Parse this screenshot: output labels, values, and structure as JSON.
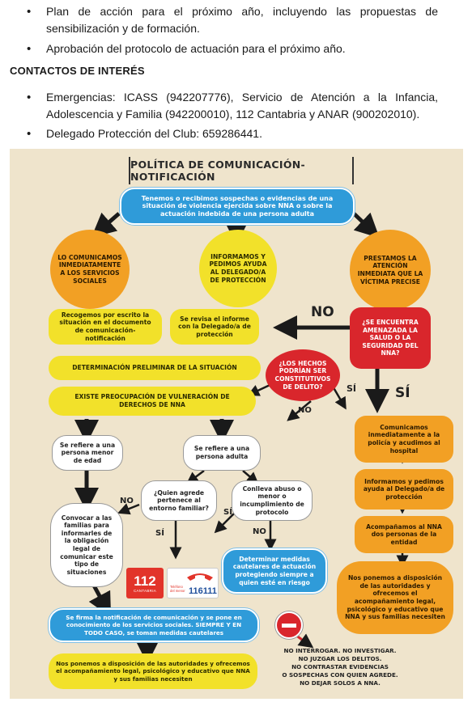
{
  "doc": {
    "bullets_top": [
      "Plan de acción para el próximo año, incluyendo las propuestas de sensibilización y de formación.",
      "Aprobación del protocolo de actuación para el próximo año."
    ],
    "contacts_heading": "CONTACTOS DE INTERÉS",
    "contacts": [
      "Emergencias: ICASS (942207776), Servicio de Atención a la Infancia, Adolescencia y Familia (942200010), 112 Cantabria y ANAR (900202010).",
      "Delegado Protección del Club: 659286441."
    ]
  },
  "infographic": {
    "title": "POLÍTICA DE COMUNICACIÓN- NOTIFICACIÓN",
    "top_box": "Tenemos o recibimos sospechas o evidencias de una situación de violencia ejercida sobre NNA o sobre la actuación indebida de una persona adulta",
    "circle_left": "LO COMUNICAMOS INMEDIATAMENTE A LOS SERVICIOS SOCIALES",
    "circle_center": "INFORMAMOS Y PEDIMOS AYUDA AL DELEGADO/A DE PROTECCIÓN",
    "circle_right": "PRESTAMOS LA ATENCIÓN INMEDIATA QUE LA VÍCTIMA PRECISE",
    "box_recogemos": "Recogemos por escrito la situación en el documento de comunicación-notificación",
    "box_revisa": "Se revisa el informe con la Delegado/a de protección",
    "label_no_big": "NO",
    "q_amenazada": "¿SE ENCUENTRA AMENAZADA LA SALUD O LA SEGURIDAD DEL NNA?",
    "bar_determinacion": "DETERMINACIÓN PRELIMINAR DE LA SITUACIÓN",
    "q_delito": "¿LOS HECHOS PODRÍAN SER CONSTITUTIVOS DE DELITO?",
    "bar_preocupacion": "EXISTE PREOCUPACIÓN DE VULNERACIÓN DE DERECHOS DE NNA",
    "label_si_small": "SÍ",
    "label_si_big": "SÍ",
    "label_no_delito": "NO",
    "box_menor": "Se refiere a una persona menor de edad",
    "box_adulta": "Se refiere a una persona adulta",
    "box_comunicamos_policia": "Comunicamos inmediatamente a la policía y acudimos al hospital",
    "q_agresor": "¿Quien agrede pertenece al entorno familiar?",
    "q_abuso": "Conlleva abuso o menor o incumplimiento de protocolo",
    "label_no_agresor": "NO",
    "label_si_agresor": "SÍ",
    "label_si_left": "SÍ",
    "label_no_abuso": "NO",
    "box_convocar": "Convocar a las familias para informarles de la obligación legal de comunicar este tipo de situaciones",
    "box_informamos_delegado": "Informamos y pedimos ayuda al Delegado/a de protección",
    "box_acompanamos": "Acompañamos al NNA dos personas de la entidad",
    "logo_112_num": "112",
    "logo_112_sub": "CANTABRIA",
    "logo_116_label": "Teléfono del menor",
    "logo_116_num": "116111",
    "box_medidas": "Determinar medidas cautelares de actuación protegiendo siempre a quien esté en riesgo",
    "box_ponemos_right": "Nos ponemos a disposición de las autoridades y ofrecemos el acompañamiento legal, psicológico y educativo que NNA y sus familias necesiten",
    "box_firma": "Se firma la notificación de comunicación y se pone en conocimiento de los servicios sociales. SIEMPRE Y EN TODO CASO, se toman medidas cautelares",
    "box_ponemos_bottom": "Nos ponemos a disposición de las autoridades y ofrecemos el acompañamiento legal, psicológico y educativo que NNA y sus familias necesiten",
    "no_list": [
      "NO INTERROGAR. NO INVESTIGAR.",
      "NO JUZGAR LOS DELITOS.",
      "NO CONTRASTAR EVIDENCIAS",
      "O SOSPECHAS CON QUIEN AGREDE.",
      "NO DEJAR SOLOS A NNA."
    ],
    "colors": {
      "background": "#efe4cc",
      "blue": "#2f9bd9",
      "orange": "#f2a024",
      "yellow": "#f2e12a",
      "red": "#d9262c"
    }
  }
}
